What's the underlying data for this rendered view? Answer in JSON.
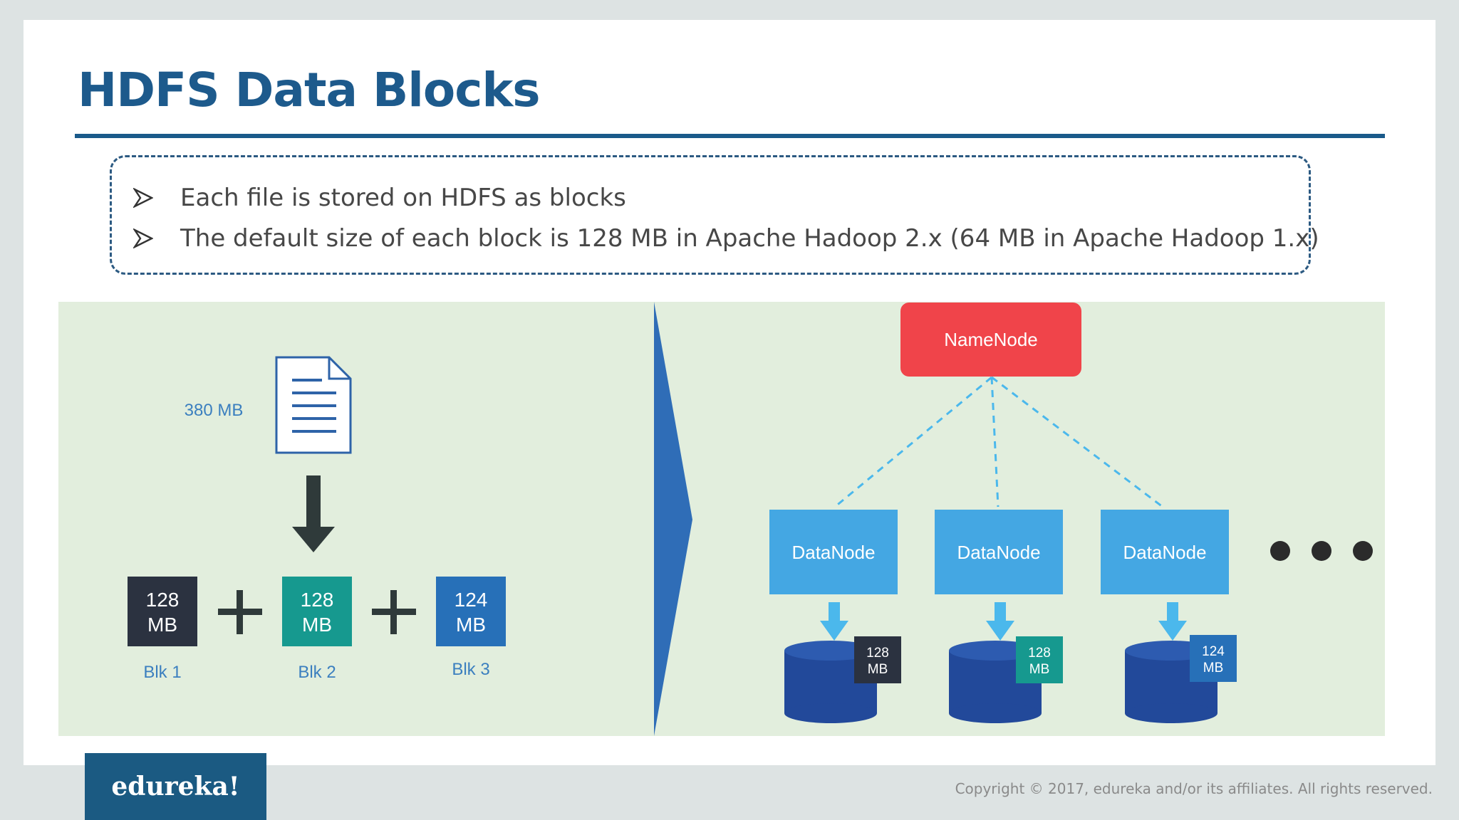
{
  "slide": {
    "title": "HDFS Data Blocks",
    "bullets": [
      "Each file is stored on HDFS as blocks",
      "The default size of each block is 128 MB in Apache Hadoop 2.x (64 MB in Apache Hadoop 1.x)"
    ]
  },
  "diagram": {
    "file_size": "380 MB",
    "blocks": [
      {
        "line1": "128",
        "line2": "MB",
        "label": "Blk 1",
        "color": "#2b3240"
      },
      {
        "line1": "128",
        "line2": "MB",
        "label": "Blk 2",
        "color": "#16998f"
      },
      {
        "line1": "124",
        "line2": "MB",
        "label": "Blk 3",
        "color": "#2770b8"
      }
    ],
    "namenode": {
      "label": "NameNode",
      "color": "#f0444a"
    },
    "datanodes": [
      {
        "label": "DataNode",
        "block_line1": "128",
        "block_line2": "MB",
        "block_color": "#2b3240"
      },
      {
        "label": "DataNode",
        "block_line1": "128",
        "block_line2": "MB",
        "block_color": "#16998f"
      },
      {
        "label": "DataNode",
        "block_line1": "124",
        "block_line2": "MB",
        "block_color": "#2770b8"
      }
    ],
    "colors": {
      "datanode": "#44a7e3",
      "label_blue": "#3b7fbf",
      "cylinder": "#22499a",
      "arrow_light": "#4bb8ec"
    }
  },
  "footer": {
    "logo": "edureka!",
    "copyright": "Copyright © 2017, edureka and/or its affiliates. All rights reserved."
  }
}
